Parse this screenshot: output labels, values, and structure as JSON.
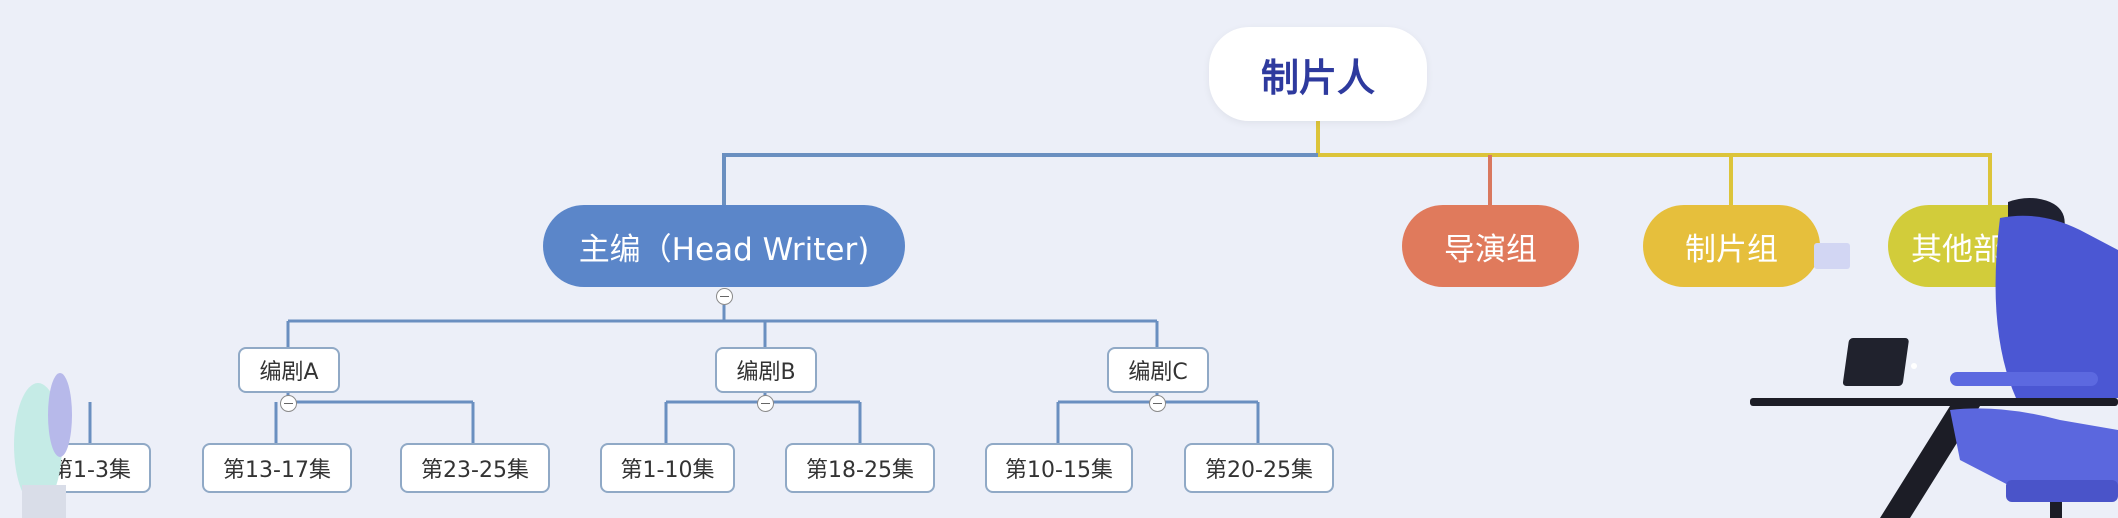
{
  "root": {
    "label": "制片人"
  },
  "departments": [
    {
      "label": "主编（Head Writer)",
      "color": "#5b86c9"
    },
    {
      "label": "导演组",
      "color": "#e07a5c"
    },
    {
      "label": "制片组",
      "color": "#e6bf3c"
    },
    {
      "label": "其他部门",
      "color": "#d2cc3a"
    }
  ],
  "writers": [
    {
      "label": "编剧A",
      "episodes": [
        "第1-3集",
        "第13-17集",
        "第23-25集"
      ]
    },
    {
      "label": "编剧B",
      "episodes": [
        "第1-10集",
        "第18-25集"
      ]
    },
    {
      "label": "编剧C",
      "episodes": [
        "第10-15集",
        "第20-25集"
      ]
    }
  ],
  "colors": {
    "blue_line": "#6a8fc0",
    "yellow_line": "#dcc43a",
    "red_line": "#d9785f",
    "node_border": "#90a9c6"
  },
  "icons": [
    "collapse-icon"
  ]
}
